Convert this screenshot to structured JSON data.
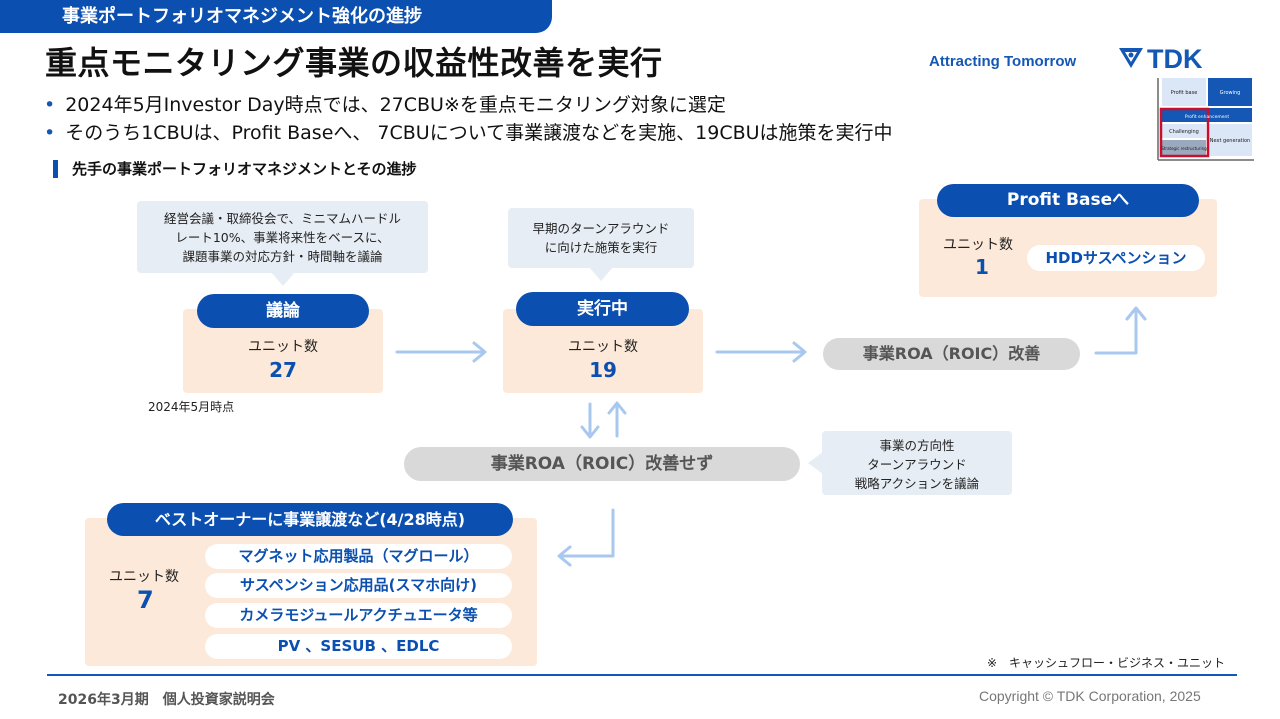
{
  "header": {
    "ribbon": "事業ポートフォリオマネジメント強化の進捗",
    "title": "重点モニタリング事業の収益性改善を実行",
    "tagline": "Attracting Tomorrow",
    "logo_text": "TDK"
  },
  "bullets": [
    "2024年5月Investor Day時点では、27CBU※を重点モニタリング対象に選定",
    "そのうち1CBUは、Profit Baseへ、 7CBUについて事業譲渡などを実施、19CBUは施策を実行中"
  ],
  "matrix": {
    "cells": [
      "Profit base",
      "Growing",
      "Profit enhancement",
      "Challenging",
      "Strategic restructuring",
      "Next generation"
    ]
  },
  "section_heading": "先手の事業ポートフォリオマネジメントとその進捗",
  "flow": {
    "discussion": {
      "bubble": [
        "経営会議・取締役会で、ミニマムハードル",
        "レート10%、事業将来性をベースに、",
        "課題事業の対応方針・時間軸を議論"
      ],
      "label": "議論",
      "unit_label": "ユニット数",
      "unit_count": "27",
      "note": "2024年5月時点"
    },
    "executing": {
      "bubble": [
        "早期のターンアラウンド",
        "に向けた施策を実行"
      ],
      "label": "実行中",
      "unit_label": "ユニット数",
      "unit_count": "19"
    },
    "roa_improved": "事業ROA（ROIC）改善",
    "roa_not_improved": "事業ROA（ROIC）改善せず",
    "direction_bubble": [
      "事業の方向性",
      "ターンアラウンド",
      "戦略アクションを議論"
    ],
    "profit_base": {
      "label": "Profit Baseへ",
      "unit_label": "ユニット数",
      "unit_count": "1",
      "item": "HDDサスペンション"
    },
    "transfer": {
      "label": "ベストオーナーに事業譲渡など(4/28時点)",
      "unit_label": "ユニット数",
      "unit_count": "7",
      "items": [
        "マグネット応用製品（マグロール）",
        "サスペンション応用品(スマホ向け)",
        "カメラモジュールアクチュエータ等",
        "PV 、SESUB 、EDLC"
      ]
    }
  },
  "footnote": "※　キャッシュフロー・ビジネス・ユニット",
  "footer": {
    "left": "2026年3月期　個人投資家説明会",
    "right": "Copyright  © TDK Corporation, 2025"
  },
  "colors": {
    "brand_blue": "#0b4fb0",
    "card_peach": "#fce9d9",
    "bubble_gray": "#e7edf4",
    "arrow_blue": "#a9c8ef",
    "highlight_red": "#c8102e"
  }
}
